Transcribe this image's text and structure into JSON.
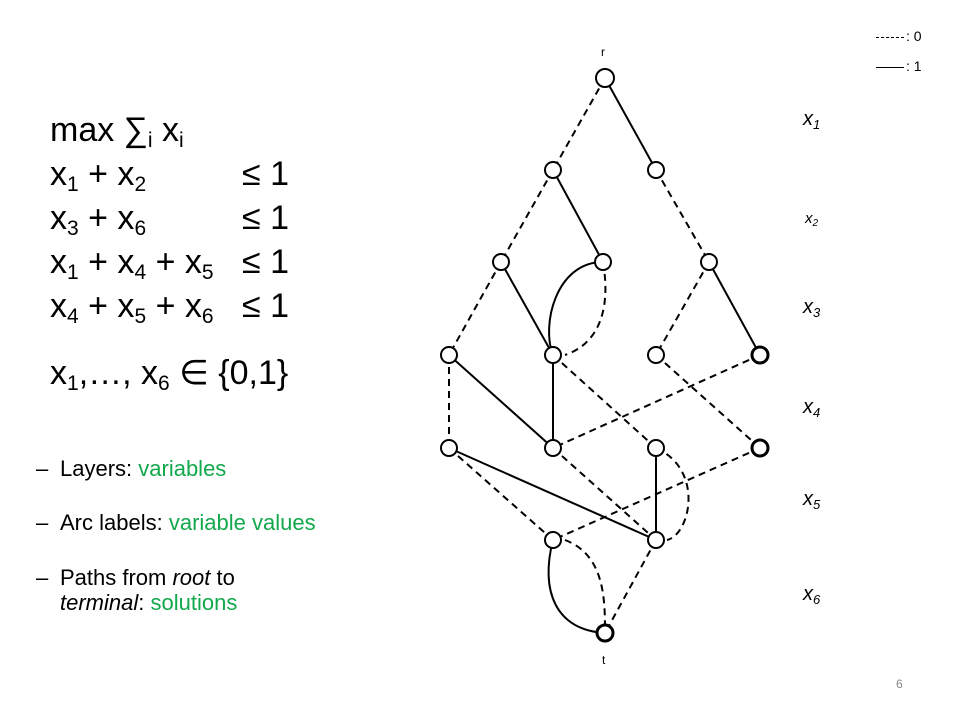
{
  "legend": {
    "zero": ": 0",
    "one": ": 1"
  },
  "problem": {
    "objective": {
      "text": "max ∑",
      "sub1": "i",
      "var": " x",
      "sub2": "i"
    },
    "constraints": [
      {
        "terms": [
          [
            "x",
            "1"
          ],
          [
            " + x",
            "2"
          ]
        ],
        "rhs": "≤ 1"
      },
      {
        "terms": [
          [
            "x",
            "3"
          ],
          [
            " + x",
            "6"
          ]
        ],
        "rhs": "≤ 1"
      },
      {
        "terms": [
          [
            "x",
            "1"
          ],
          [
            " + x",
            "4"
          ],
          [
            " + x",
            "5"
          ]
        ],
        "rhs": "≤ 1"
      },
      {
        "terms": [
          [
            "x",
            "4"
          ],
          [
            " + x",
            "5"
          ],
          [
            " + x",
            "6"
          ]
        ],
        "rhs": "≤ 1"
      }
    ],
    "domain": {
      "a": "x",
      "a_sub": "1",
      "mid": ",…, x",
      "b_sub": "6",
      "rest": " ∈ {0,1}"
    }
  },
  "bullets": [
    {
      "dash": "–",
      "label": "Layers: ",
      "value": "variables"
    },
    {
      "dash": "–",
      "label": "Arc labels: ",
      "value": "variable values"
    },
    {
      "dash": "–",
      "pre": "Paths from ",
      "it1": "root",
      "mid": " to",
      "it2": "terminal",
      "post": ": ",
      "value": "solutions"
    }
  ],
  "highlight_color": "#12a84c",
  "diagram": {
    "root_label": "r",
    "terminal_label": "t",
    "variables": [
      {
        "name": "x",
        "sub": "1"
      },
      {
        "name": "x",
        "sub": "2"
      },
      {
        "name": "x",
        "sub": "3"
      },
      {
        "name": "x",
        "sub": "4"
      },
      {
        "name": "x",
        "sub": "5"
      },
      {
        "name": "x",
        "sub": "6"
      }
    ]
  },
  "page_number": "6"
}
